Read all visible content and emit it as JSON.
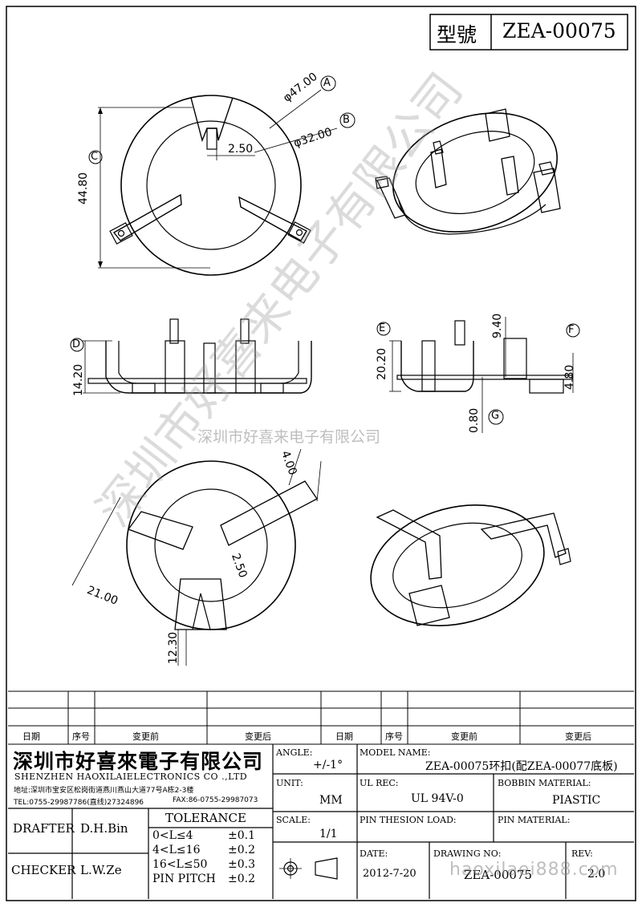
{
  "header": {
    "model_label": "型號",
    "model_value": "ZEA-00075"
  },
  "dimensions": {
    "top_view": {
      "outer_diameter": "φ47.00",
      "outer_ref": "A",
      "inner_diameter": "φ32.00",
      "inner_ref": "B",
      "height": "44.80",
      "height_ref": "C",
      "slot_width": "2.50"
    },
    "front_view": {
      "height": "14.20",
      "height_ref": "D"
    },
    "side_view": {
      "height": "20.20",
      "height_ref": "E",
      "pin_length": "9.40",
      "foot_height": "4.80",
      "foot_ref": "F",
      "base_thickness": "0.80",
      "base_ref": "G"
    },
    "bottom_view": {
      "tab_width": "4.00",
      "slot_width": "2.50",
      "tab_length": "21.00",
      "lower_height": "12.30"
    }
  },
  "watermarks": {
    "diagonal": "深圳市好喜来电子有限公司",
    "center": "深圳市好喜来电子有限公司",
    "url": "haoxilaei888.com"
  },
  "revision_table": {
    "headers": [
      "日期",
      "序号",
      "变更前",
      "变更后",
      "日期",
      "序号",
      "变更前",
      "变更后"
    ]
  },
  "title_block": {
    "company_cn": "深圳市好喜來電子有限公司",
    "company_en": "SHENZHEN HAOXILAIELECTRONICS CO .,LTD",
    "address": "地址:深圳市宝安区松岗街道燕川燕山大道77号A栋2-3楼",
    "tel": "TEL:0755-29987786(直线)27324896",
    "fax": "FAX:86-0755-29987073",
    "angle_label": "ANGLE:",
    "angle_value": "+/-1°",
    "model_name_label": "MODEL NAME:",
    "model_name_value": "ZEA-00075环扣(配ZEA-00077底板)",
    "unit_label": "UNIT:",
    "unit_value": "MM",
    "ul_rec_label": "UL REC:",
    "ul_rec_value": "UL 94V-0",
    "bobbin_material_label": "BOBBIN MATERIAL:",
    "bobbin_material_value": "PIASTIC",
    "drafter_label": "DRAFTER",
    "drafter_value": "D.H.Bin",
    "checker_label": "CHECKER",
    "checker_value": "L.W.Ze",
    "tolerance_label": "TOLERANCE",
    "tolerance_rows": [
      {
        "range": "0<L≤4",
        "value": "±0.1"
      },
      {
        "range": "4<L≤16",
        "value": "±0.2"
      },
      {
        "range": "16<L≤50",
        "value": "±0.3"
      },
      {
        "range": "PIN PITCH",
        "value": "±0.2"
      }
    ],
    "scale_label": "SCALE:",
    "scale_value": "1/1",
    "pin_tension_label": "PIN THESION LOAD:",
    "pin_material_label": "PIN MATERIAL:",
    "date_label": "DATE:",
    "date_value": "2012-7-20",
    "drawing_no_label": "DRAWING NO:",
    "drawing_no_value": "ZEA-00075",
    "rev_label": "REV:",
    "rev_value": "2.0"
  }
}
